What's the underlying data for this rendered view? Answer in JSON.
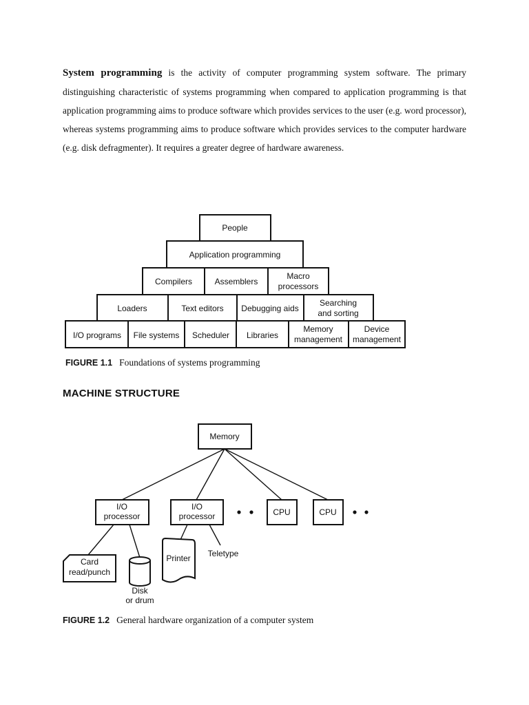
{
  "intro": {
    "term": "System programming",
    "body": " is the activity of computer programming system software. The primary distinguishing characteristic of systems programming when compared to application programming is that application programming aims to produce software which provides services to the user (e.g. word processor), whereas systems programming aims to produce software which provides services to the computer hardware (e.g. disk defragmenter). It requires a greater degree of hardware awareness."
  },
  "figure1": {
    "label": "FIGURE 1.1",
    "title": "Foundations of systems programming",
    "rows": [
      [
        "People"
      ],
      [
        "Application programming"
      ],
      [
        "Compilers",
        "Assemblers",
        "Macro|processors"
      ],
      [
        "Loaders",
        "Text editors",
        "Debugging aids",
        "Searching|and sorting"
      ],
      [
        "I/O programs",
        "File systems",
        "Scheduler",
        "Libraries",
        "Memory|management",
        "Device|management"
      ]
    ]
  },
  "section": {
    "heading": "MACHINE STRUCTURE"
  },
  "figure2": {
    "label": "FIGURE 1.2",
    "title": "General hardware organization of a computer system",
    "memory": "Memory",
    "io1": "I/O|processor",
    "io2": "I/O|processor",
    "cpu1": "CPU",
    "cpu2": "CPU",
    "card": "Card|read/punch",
    "disk": "Disk|or drum",
    "printer": "Printer",
    "teletype": "Teletype"
  }
}
